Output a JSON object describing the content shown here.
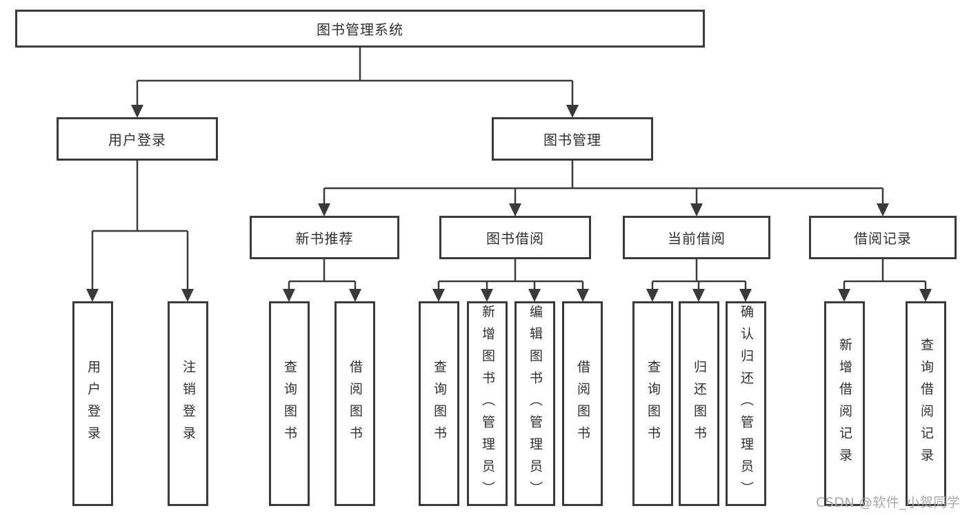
{
  "tree": {
    "label": "图书管理系统",
    "children": [
      {
        "label": "用户登录",
        "children": [
          {
            "label": "用户登录"
          },
          {
            "label": "注销登录"
          }
        ]
      },
      {
        "label": "图书管理",
        "children": [
          {
            "label": "新书推荐",
            "children": [
              {
                "label": "查询图书"
              },
              {
                "label": "借阅图书"
              }
            ]
          },
          {
            "label": "图书借阅",
            "children": [
              {
                "label": "查询图书"
              },
              {
                "label": "新增图书（管理员）"
              },
              {
                "label": "编辑图书（管理员）"
              },
              {
                "label": "借阅图书"
              }
            ]
          },
          {
            "label": "当前借阅",
            "children": [
              {
                "label": "查询图书"
              },
              {
                "label": "归还图书"
              },
              {
                "label": "确认归还（管理员）"
              }
            ]
          },
          {
            "label": "借阅记录",
            "children": [
              {
                "label": "新增借阅记录"
              },
              {
                "label": "查询借阅记录"
              }
            ]
          }
        ]
      }
    ]
  },
  "watermark": {
    "text": "CSDN @软件_小贺同学"
  },
  "colors": {
    "line": "#3a3a3a",
    "text": "#2f2f2f",
    "box_background": "#ffffff",
    "watermark": "#a8a8a8",
    "page_background": "#ffffff"
  }
}
